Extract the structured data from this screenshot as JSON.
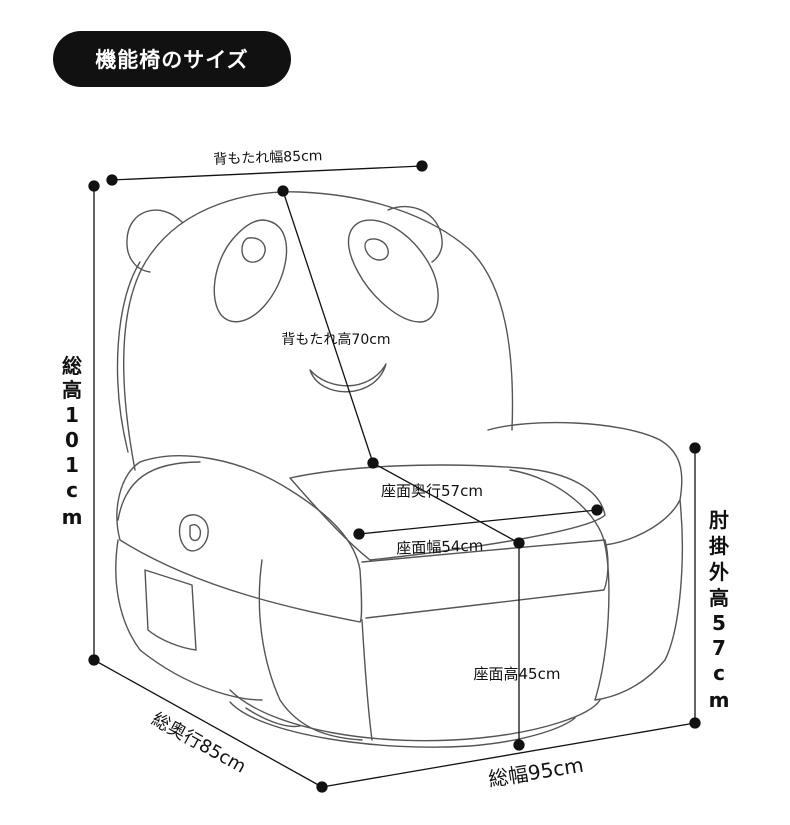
{
  "title": "機能椅のサイズ",
  "colors": {
    "ink": "#111111",
    "outline": "#555555",
    "background": "#ffffff"
  },
  "dimensions": {
    "back_width": "背もたれ幅85cm",
    "back_height": "背もたれ高70cm",
    "seat_depth": "座面奥行57cm",
    "seat_width": "座面幅54cm",
    "seat_height": "座面高45cm",
    "total_height": [
      "総",
      "高",
      "1",
      "0",
      "1",
      "c",
      "m"
    ],
    "armrest_height": [
      "肘",
      "掛",
      "外",
      "高",
      "5",
      "7",
      "c",
      "m"
    ],
    "total_depth": "総奥行85cm",
    "total_width": "総幅95cm"
  },
  "illustration": {
    "subject": "panda-chair-line-drawing"
  }
}
